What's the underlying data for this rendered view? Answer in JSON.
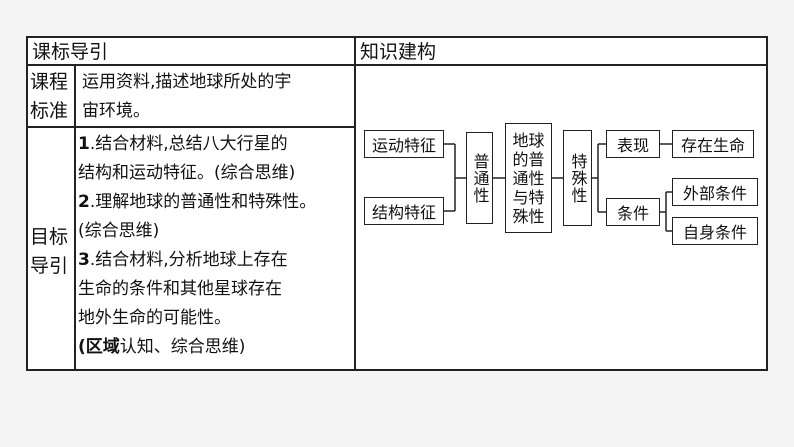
{
  "table": {
    "left_header": "课标导引",
    "right_header": "知识建构",
    "course_standard": {
      "label_line1": "课程",
      "label_line2": "标准",
      "text_line1": "运用资料,描述地球所处的宇",
      "text_line2": "宙环境。"
    },
    "objectives": {
      "label_line1": "目标",
      "label_line2": "导引",
      "item1_num": "1",
      "item1_line1": ".结合材料,总结八大行星的",
      "item1_line2": "结构和运动特征。(综合思维)",
      "item2_num": "2",
      "item2_line1": ".理解地球的普通性和特殊性。",
      "item2_line2": "(综合思维)",
      "item3_num": "3",
      "item3_line1": ".结合材料,分析地球上存在",
      "item3_line2": "生命的条件和其他星球存在",
      "item3_line3": "地外生命的可能性。",
      "item3_tag_open": "(",
      "item3_tag_bold": "区域",
      "item3_tag_rest": "认知、综合思维)"
    }
  },
  "diagram": {
    "motion_features": "运动特征",
    "structure_features": "结构特征",
    "ordinariness": "普通性",
    "earth_line1": "地球",
    "earth_line2": "的普",
    "earth_line3": "通性",
    "earth_line4": "与特",
    "earth_line5": "殊性",
    "particularity": "特殊性",
    "manifestation": "表现",
    "life_exists": "存在生命",
    "conditions": "条件",
    "external_conditions": "外部条件",
    "internal_conditions": "自身条件"
  }
}
